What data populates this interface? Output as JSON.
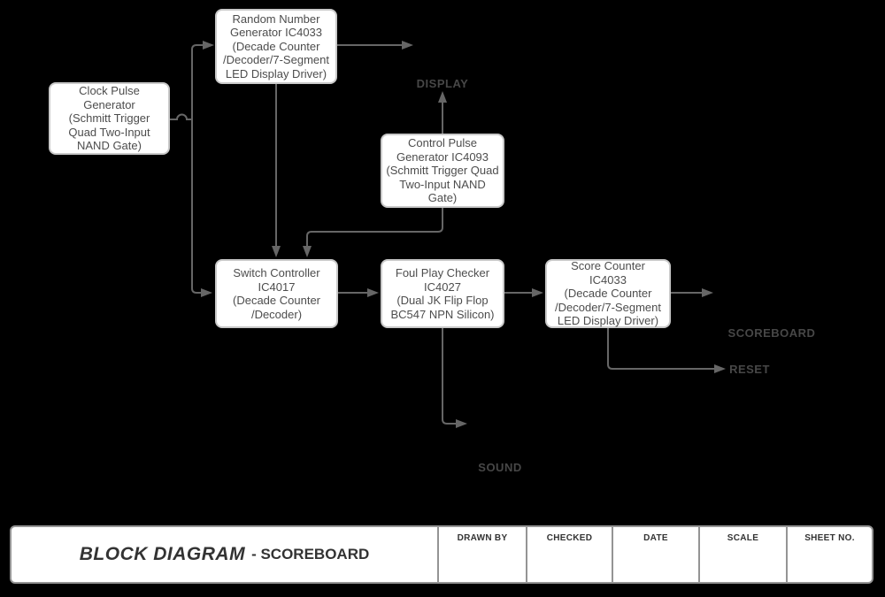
{
  "diagram": {
    "boxes": [
      {
        "name": "clock-pulse-generator",
        "text": "Clock Pulse\nGenerator\n(Schmitt Trigger\nQuad Two-Input\nNAND Gate)"
      },
      {
        "name": "random-number-generator",
        "text": "Random Number\nGenerator IC4033\n(Decade Counter\n/Decoder/7-Segment\nLED Display Driver)"
      },
      {
        "name": "control-pulse-generator",
        "text": "Control Pulse\nGenerator IC4093\n(Schmitt Trigger Quad\nTwo-Input NAND\nGate)"
      },
      {
        "name": "switch-controller",
        "text": "Switch Controller\nIC4017\n(Decade Counter\n/Decoder)"
      },
      {
        "name": "foul-play-checker",
        "text": "Foul Play Checker\nIC4027\n(Dual JK Flip Flop\nBC547 NPN Silicon)"
      },
      {
        "name": "score-counter",
        "text": "Score Counter\nIC4033\n(Decade Counter\n/Decoder/7-Segment\nLED Display Driver)"
      }
    ],
    "labels": {
      "display": "DISPLAY",
      "scoreboard": "SCOREBOARD",
      "reset": "RESET",
      "sound": "SOUND"
    }
  },
  "title_block": {
    "title_main": "BLOCK DIAGRAM",
    "title_rest": "- SCOREBOARD",
    "columns": [
      "DRAWN BY",
      "CHECKED",
      "DATE",
      "SCALE",
      "SHEET NO."
    ]
  },
  "colors": {
    "background": "#000000",
    "box_fill": "#ffffff",
    "box_border": "#c9c9c9",
    "box_text": "#4d4d4d",
    "connector": "#666666",
    "flow_label_text": "#474747",
    "title_text": "#333333"
  }
}
